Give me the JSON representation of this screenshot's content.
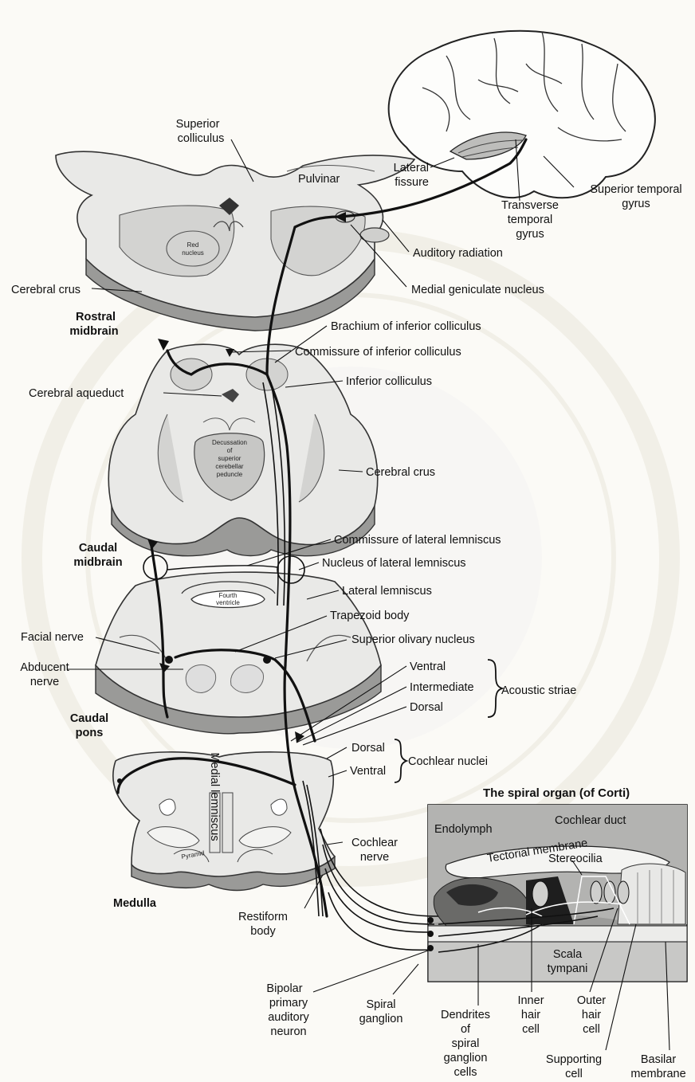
{
  "title": "",
  "organ_title": "The spiral organ (of Corti)",
  "sections": {
    "rostral_midbrain": "Rostral midbrain",
    "caudal_midbrain": "Caudal midbrain",
    "caudal_pons": "Caudal pons",
    "medulla": "Medulla"
  },
  "labels": {
    "superior_colliculus": "Superior colliculus",
    "pulvinar": "Pulvinar",
    "red_nucleus": "Red nucleus",
    "cerebral_crus_left": "Cerebral crus",
    "lateral_fissure": "Lateral fissure",
    "superior_temporal_gyrus": "Superior temporal gyrus",
    "transverse_temporal_gyrus": "Transverse temporal gyrus",
    "auditory_radiation": "Auditory radiation",
    "medial_geniculate_nucleus": "Medial geniculate nucleus",
    "brachium_inferior_colliculus": "Brachium of inferior colliculus",
    "commissure_inferior_colliculus": "Commissure of inferior colliculus",
    "inferior_colliculus": "Inferior colliculus",
    "cerebral_aqueduct": "Cerebral aqueduct",
    "decussation": "Decussation of superior cerebellar peduncle",
    "cerebral_crus_right": "Cerebral crus",
    "commissure_lateral_lemniscus": "Commissure of lateral lemniscus",
    "nucleus_lateral_lemniscus": "Nucleus of lateral lemniscus",
    "lateral_lemniscus": "Lateral lemniscus",
    "fourth_ventricle": "Fourth ventricle",
    "trapezoid_body": "Trapezoid body",
    "facial_nerve": "Facial nerve",
    "superior_olivary_nucleus": "Superior olivary nucleus",
    "abducent_nerve": "Abducent nerve",
    "ventral_striae": "Ventral",
    "intermediate_striae": "Intermediate",
    "dorsal_striae": "Dorsal",
    "acoustic_striae": "Acoustic striae",
    "dorsal_nucleus": "Dorsal",
    "ventral_nucleus": "Ventral",
    "cochlear_nuclei": "Cochlear nuclei",
    "medial_lemniscus": "Medial lemniscus",
    "pyramid": "Pyramid",
    "cochlear_nerve": "Cochlear nerve",
    "restiform_body": "Restiform body",
    "bipolar_neuron": "Bipolar primary auditory neuron",
    "spiral_ganglion": "Spiral ganglion",
    "dendrites": "Dendrites of spiral ganglion cells",
    "inner_hair_cell": "Inner hair cell",
    "outer_hair_cell": "Outer hair cell",
    "supporting_cell": "Supporting cell",
    "basilar_membrane": "Basilar membrane",
    "endolymph": "Endolymph",
    "cochlear_duct": "Cochlear duct",
    "tectorial_membrane": "Tectorial membrane",
    "stereocilia": "Stereocilia",
    "scala_tympani": "Scala tympani"
  }
}
